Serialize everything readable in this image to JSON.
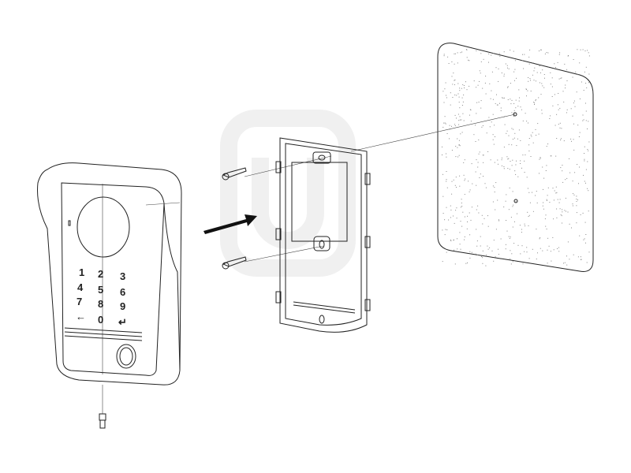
{
  "diagram": {
    "keypad": {
      "keys": [
        "1",
        "2",
        "3",
        "4",
        "5",
        "6",
        "7",
        "8",
        "9",
        "←",
        "0",
        "↵"
      ]
    },
    "colors": {
      "line": "#222222",
      "wall_speckle": "#888888",
      "background": "#ffffff"
    }
  }
}
